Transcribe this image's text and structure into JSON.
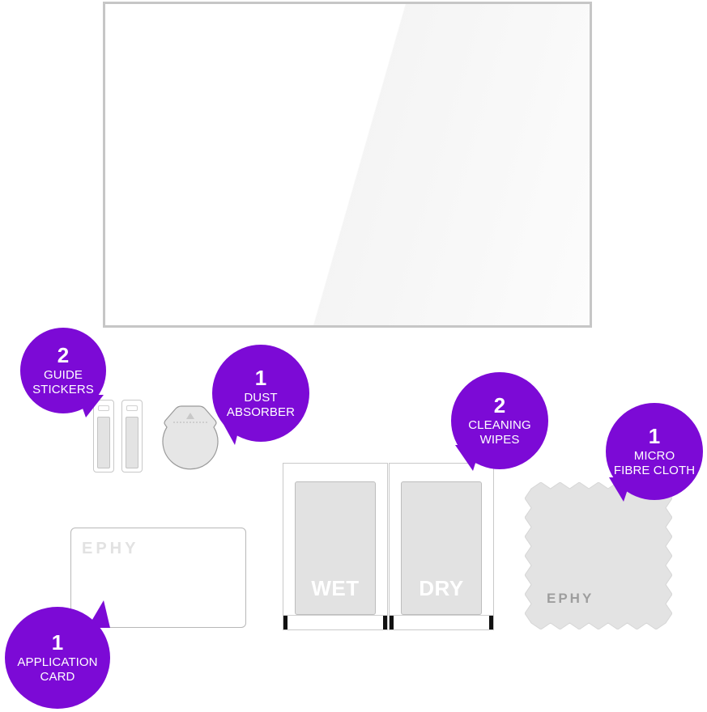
{
  "items": {
    "guide_stickers": {
      "count": "2",
      "label_line1": "GUIDE",
      "label_line2": "STICKERS"
    },
    "dust_absorber": {
      "count": "1",
      "label_line1": "DUST",
      "label_line2": "ABSORBER"
    },
    "cleaning_wipes": {
      "count": "2",
      "label_line1": "CLEANING",
      "label_line2": "WIPES",
      "wet_label": "WET",
      "dry_label": "DRY"
    },
    "micro_fibre_cloth": {
      "count": "1",
      "label_line1": "MICRO",
      "label_line2": "FIBRE CLOTH",
      "brand": "EPHY"
    },
    "application_card": {
      "count": "1",
      "label_line1": "APPLICATION",
      "label_line2": "CARD",
      "brand": "EPHY"
    }
  },
  "colors": {
    "callout": "#7c0ad6",
    "pad_gray": "#e2e2e2",
    "outline_gray": "#c6c6c6"
  }
}
